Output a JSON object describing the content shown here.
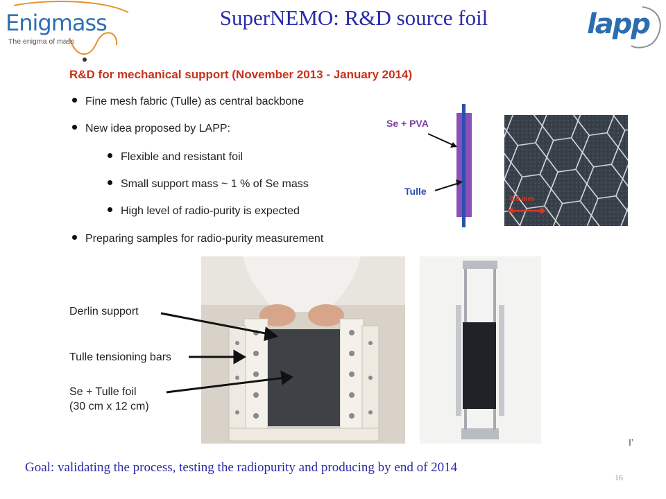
{
  "header": {
    "title": "SuperNEMO: R&D source foil",
    "logo_left_name": "Enigmass",
    "logo_left_tagline": "The enigma of mass",
    "logo_right_name": "lapp",
    "accent_color": "#2a2aa8"
  },
  "section": {
    "heading": "R&D for mechanical support (November 2013 - January 2014)",
    "heading_color": "#c8321a",
    "bullets": [
      "Fine mesh fabric (Tulle) as central backbone",
      "New idea proposed by LAPP:",
      "Flexible and resistant foil",
      "Small support mass ~ 1 % of Se mass",
      "High level of radio-purity is expected",
      "Preparing samples for radio-purity measurement"
    ]
  },
  "diagram": {
    "label_top": "Se + PVA",
    "label_bottom": "Tulle",
    "label_color": "#7a3fa0"
  },
  "mesh_photo": {
    "scale_label": "0.8 mm"
  },
  "photo_labels": {
    "derlin": "Derlin support",
    "tensioning": "Tulle tensioning bars",
    "foil_line1": "Se + Tulle foil",
    "foil_line2": "(30 cm x 12 cm)"
  },
  "footer": {
    "goal": "Goal: validating the process, testing the radiopurity and producing by end of 2014",
    "page_number": "16",
    "corner_mark": "I’"
  }
}
